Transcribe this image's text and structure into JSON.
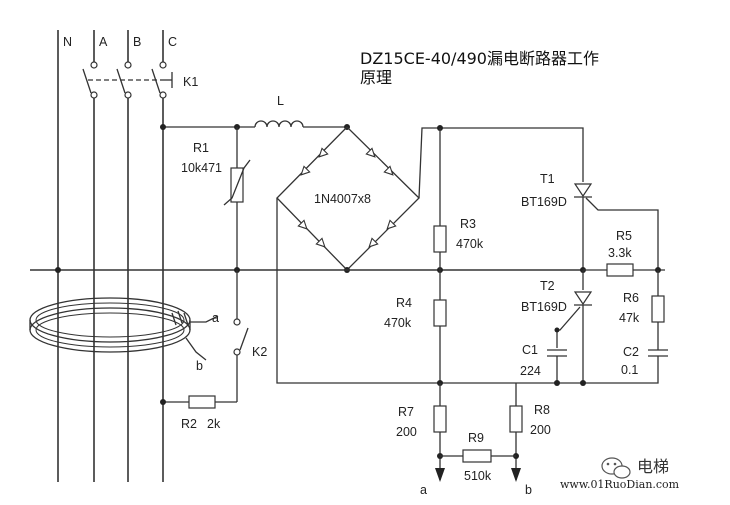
{
  "title": {
    "line1": "DZ15CE-40/490漏电断路器工作",
    "line2": "原理"
  },
  "phases": {
    "n": "N",
    "a": "A",
    "b": "B",
    "c": "C"
  },
  "switches": {
    "k1": "K1",
    "k2": "K2"
  },
  "inductor": {
    "name": "L"
  },
  "bridge": {
    "label": "1N4007x8"
  },
  "r1": {
    "name": "R1",
    "value": "10k471"
  },
  "r2": {
    "name": "R2",
    "value": "2k"
  },
  "r3": {
    "name": "R3",
    "value": "470k"
  },
  "r4": {
    "name": "R4",
    "value": "470k"
  },
  "r5": {
    "name": "R5",
    "value": "3.3k"
  },
  "r6": {
    "name": "R6",
    "value": "47k"
  },
  "r7": {
    "name": "R7",
    "value": "200"
  },
  "r8": {
    "name": "R8",
    "value": "200"
  },
  "r9": {
    "name": "R9",
    "value": "510k"
  },
  "t1": {
    "name": "T1",
    "part": "BT169D"
  },
  "t2": {
    "name": "T2",
    "part": "BT169D"
  },
  "c1": {
    "name": "C1",
    "value": "224"
  },
  "c2": {
    "name": "C2",
    "value": "0.1"
  },
  "terminals": {
    "a": "a",
    "b": "b"
  },
  "coil_terminals": {
    "a": "a",
    "b": "b"
  },
  "watermark": {
    "name": "电梯",
    "url": "www.01RuoDian.com"
  }
}
